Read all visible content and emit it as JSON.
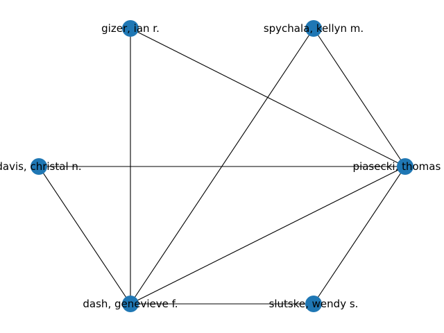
{
  "colors": {
    "node_fill": "#1f77b4",
    "edge_stroke": "#000000",
    "label_text": "#000000",
    "background": "#ffffff"
  },
  "nodes": [
    {
      "id": "gizer",
      "label": "gizer, ian r."
    },
    {
      "id": "spychala",
      "label": "spychala, kellyn m."
    },
    {
      "id": "davis",
      "label": "davis, christal n."
    },
    {
      "id": "piasecki",
      "label": "piasecki, thomas m."
    },
    {
      "id": "dash",
      "label": "dash, genevieve f."
    },
    {
      "id": "slutske",
      "label": "slutske, wendy s."
    }
  ],
  "edges": [
    {
      "source": "gizer",
      "target": "piasecki"
    },
    {
      "source": "gizer",
      "target": "dash"
    },
    {
      "source": "spychala",
      "target": "piasecki"
    },
    {
      "source": "spychala",
      "target": "dash"
    },
    {
      "source": "davis",
      "target": "piasecki"
    },
    {
      "source": "davis",
      "target": "dash"
    },
    {
      "source": "piasecki",
      "target": "dash"
    },
    {
      "source": "piasecki",
      "target": "slutske"
    },
    {
      "source": "dash",
      "target": "slutske"
    }
  ]
}
